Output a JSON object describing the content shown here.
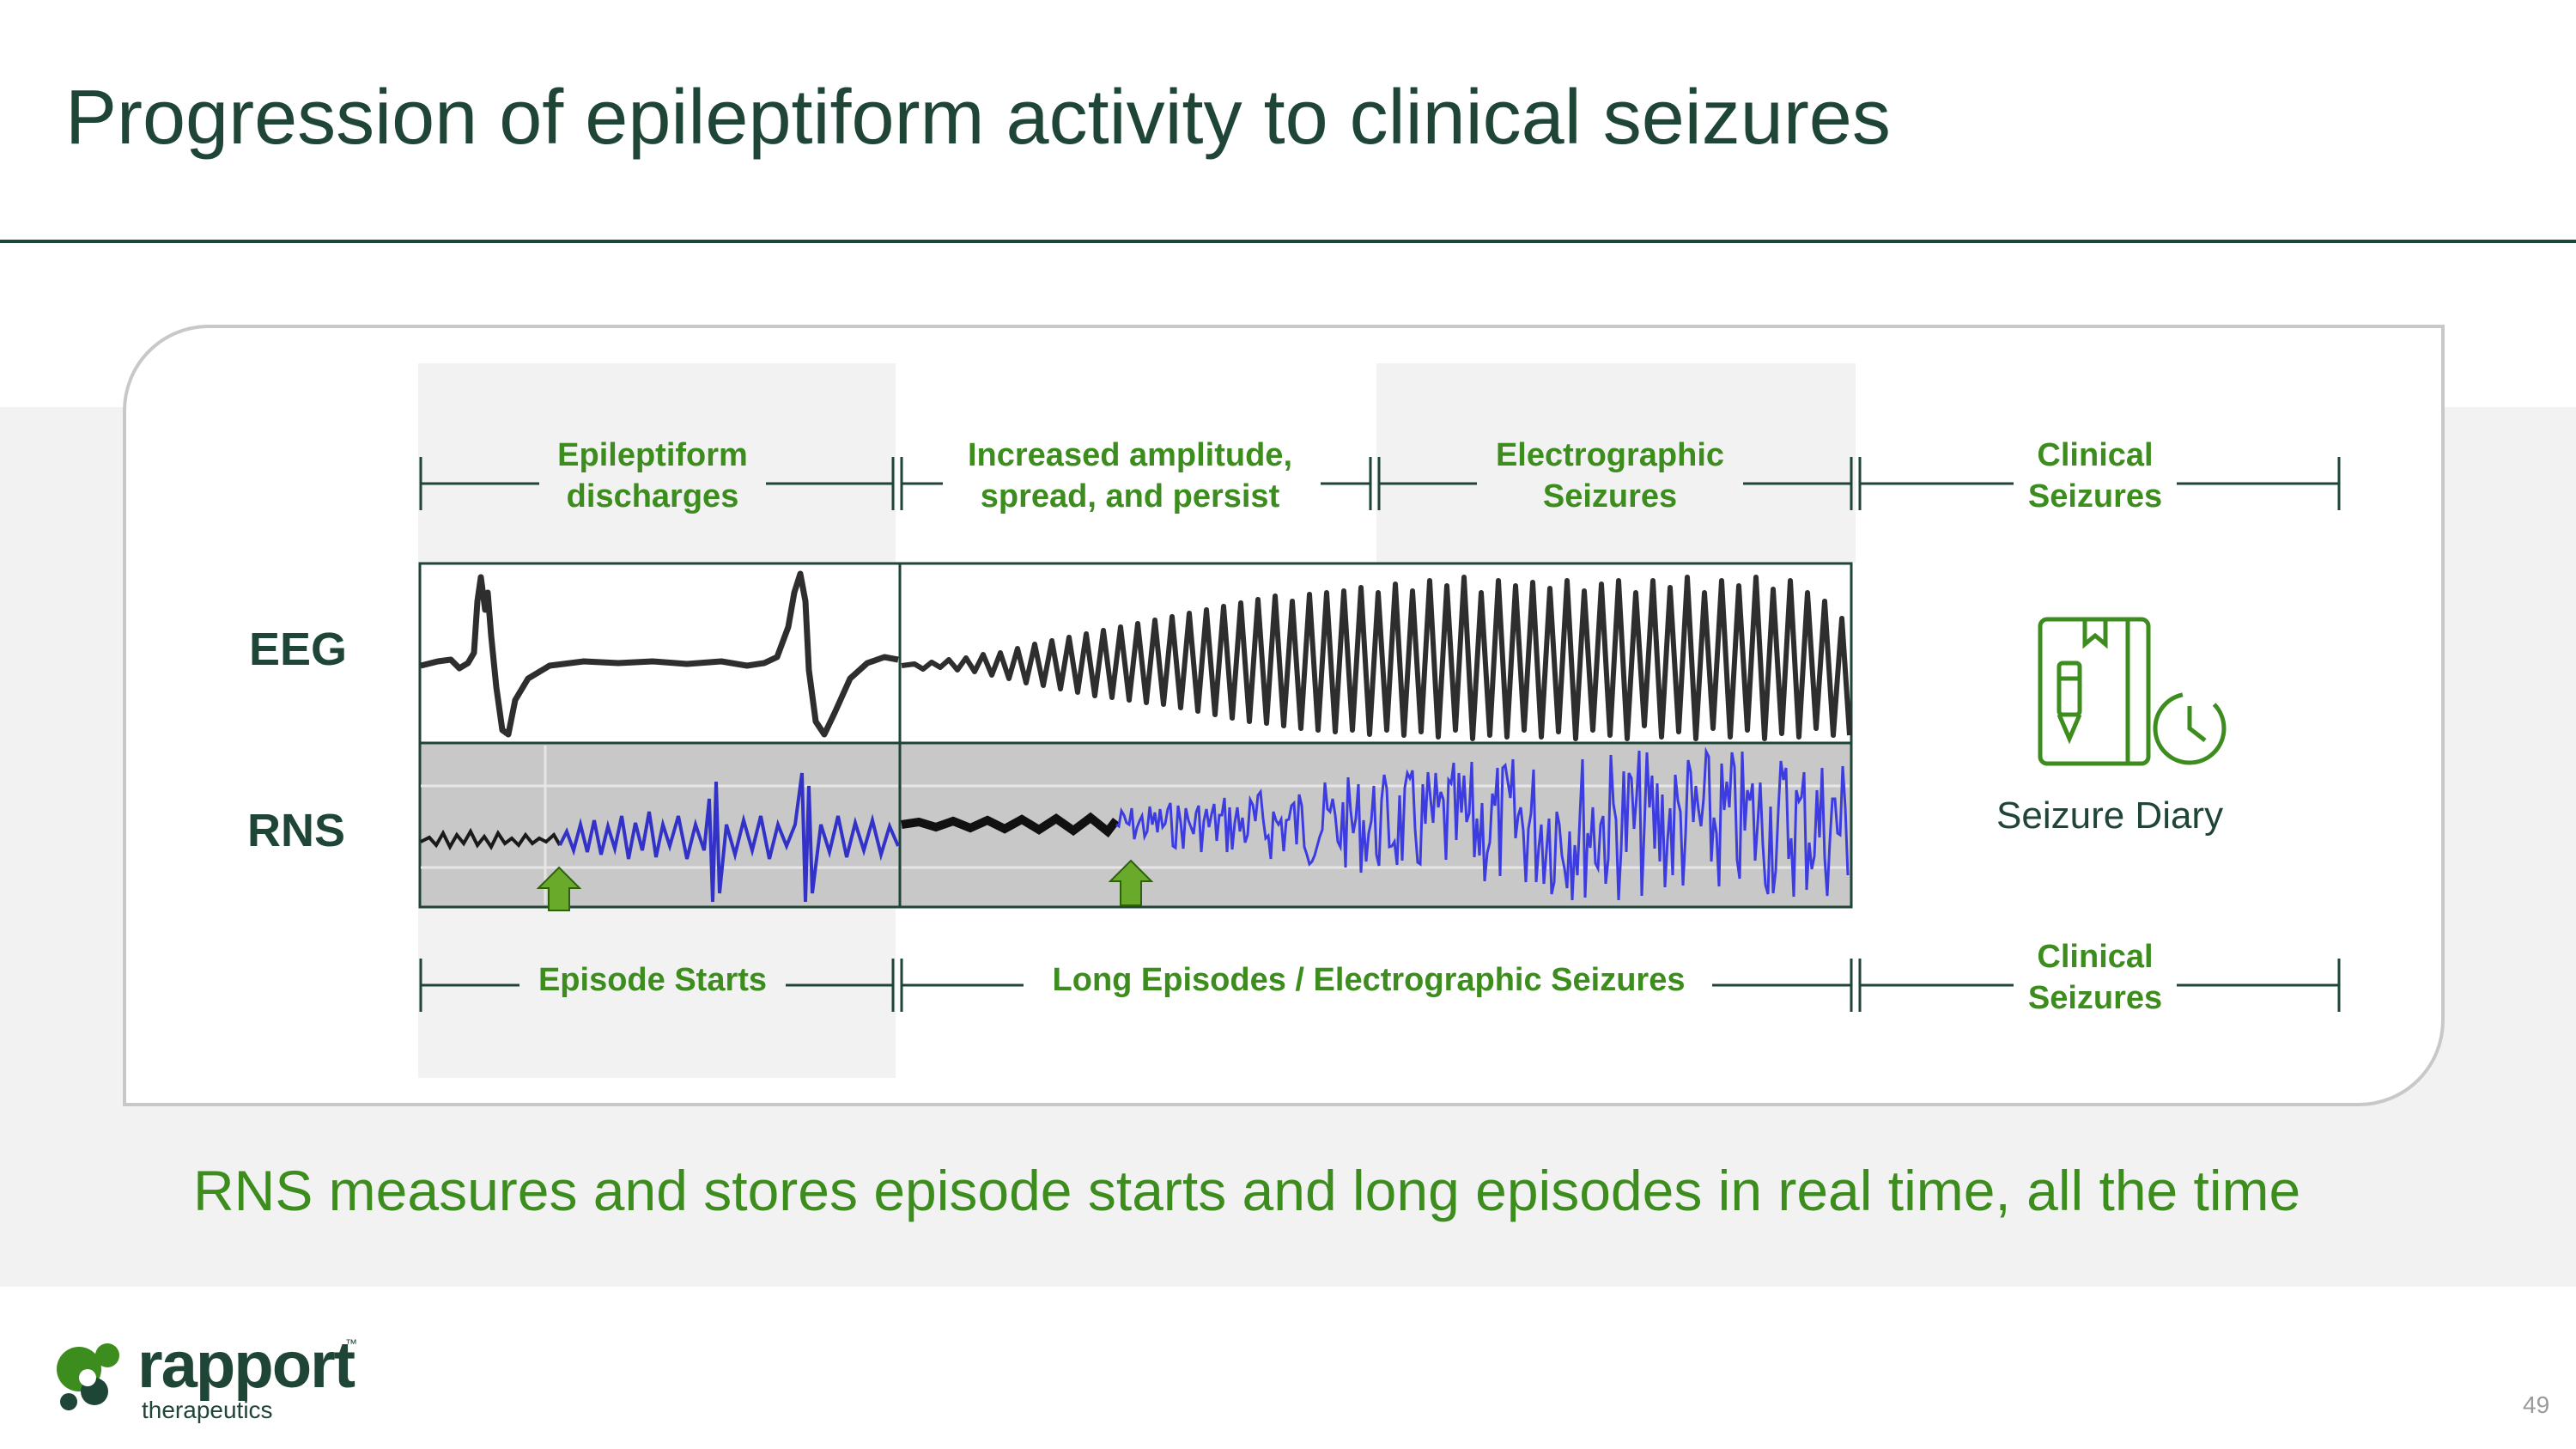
{
  "slide": {
    "title": "Progression of epileptiform activity to clinical seizures",
    "tagline": "RNS measures and stores episode starts and long episodes in real time, all the time",
    "page_number": "49"
  },
  "phases_top": [
    {
      "line1": "Epileptiform",
      "line2": "discharges"
    },
    {
      "line1": "Increased amplitude,",
      "line2": "spread, and persist"
    },
    {
      "line1": "Electrographic",
      "line2": "Seizures"
    },
    {
      "line1": "Clinical",
      "line2": "Seizures"
    }
  ],
  "phases_bottom": [
    {
      "line1": "Episode Starts"
    },
    {
      "line1": "Long Episodes / Electrographic Seizures"
    },
    {
      "line1": "Clinical",
      "line2": "Seizures"
    }
  ],
  "rows": {
    "eeg": "EEG",
    "rns": "RNS"
  },
  "diary": {
    "label": "Seizure Diary",
    "icon": "notebook-clock-icon"
  },
  "logo": {
    "name": "rapport",
    "sub": "therapeutics",
    "tm": "™"
  },
  "colors": {
    "title": "#1e4535",
    "accent_green": "#3c8c1e",
    "rns_trace": "#3232c8",
    "eeg_trace": "#2e2e2e",
    "arrow": "#6aaa2a"
  }
}
